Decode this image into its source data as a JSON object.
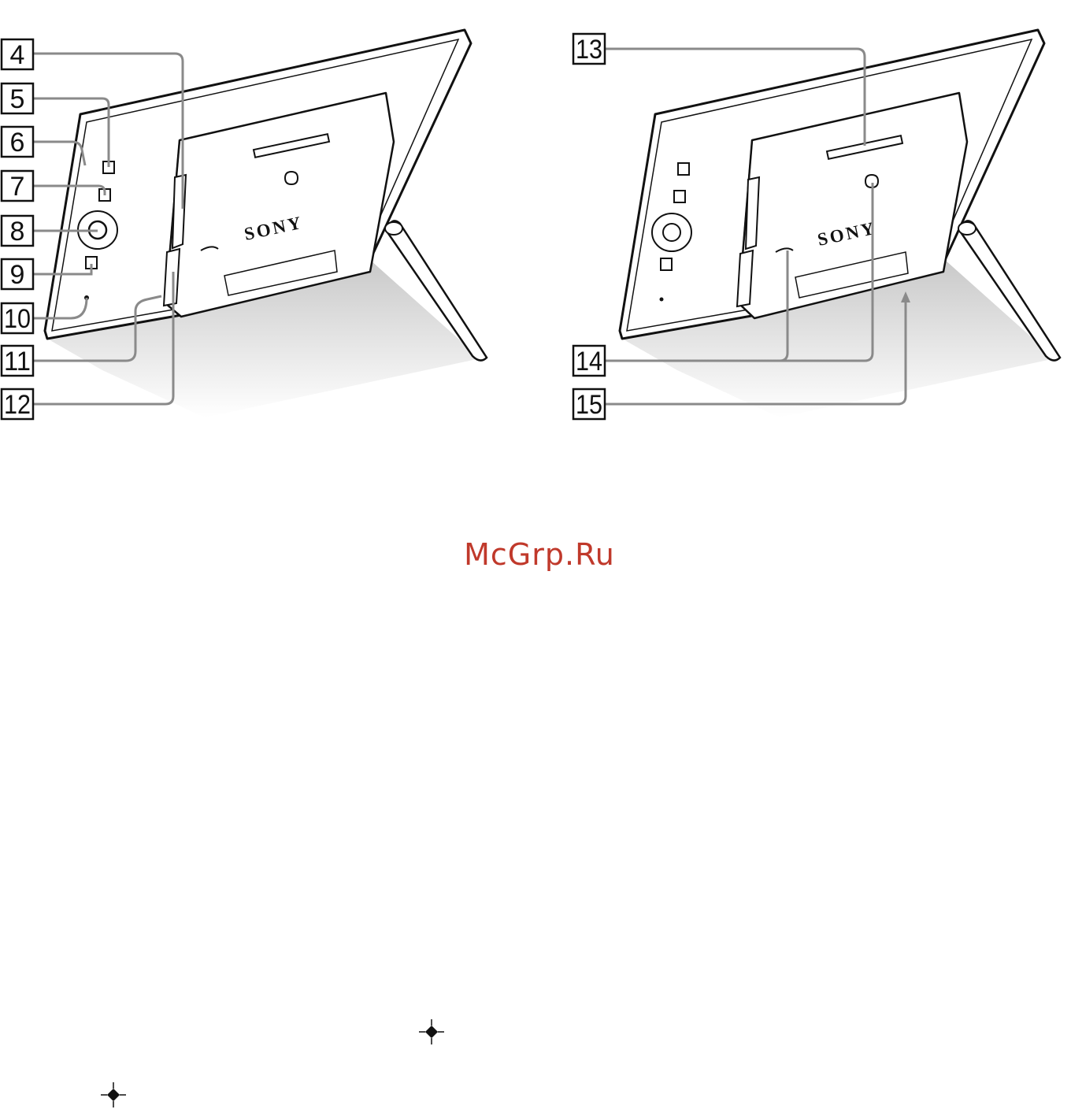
{
  "watermark": "McGrp.Ru",
  "brand_label": "SONY",
  "views": [
    {
      "view": "left",
      "callouts": [
        "4",
        "5",
        "6",
        "7",
        "8",
        "9",
        "10",
        "11",
        "12"
      ]
    },
    {
      "view": "right",
      "callouts": [
        "13",
        "14",
        "15"
      ]
    }
  ],
  "callouts": {
    "c4": "4",
    "c5": "5",
    "c6": "6",
    "c7": "7",
    "c8": "8",
    "c9": "9",
    "c10": "10",
    "c11": "11",
    "c12": "12",
    "c13": "13",
    "c14": "14",
    "c15": "15"
  },
  "colors": {
    "line": "#111111",
    "leader": "#8a8a8a",
    "shadow": "#d6d6d6",
    "watermark": "#c0392b"
  }
}
